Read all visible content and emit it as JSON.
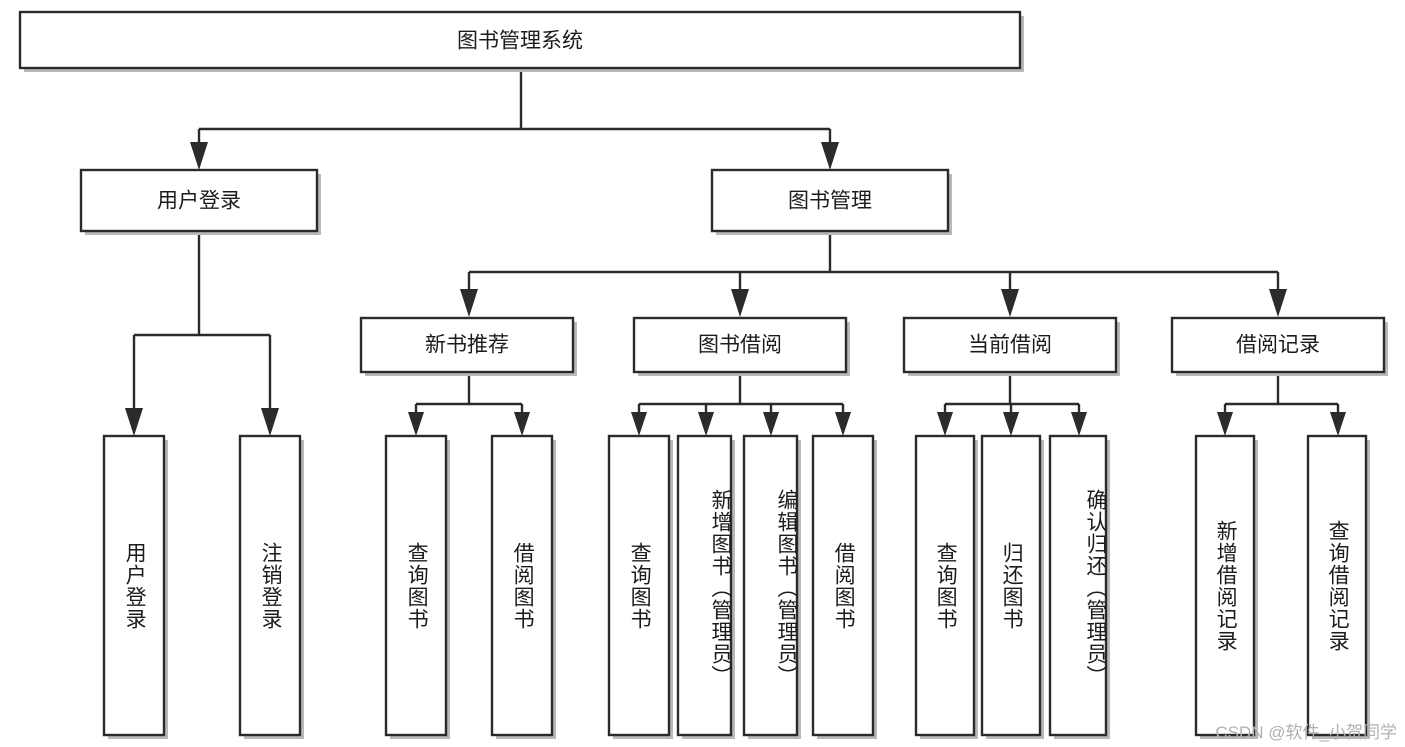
{
  "diagram": {
    "type": "tree",
    "title": "图书管理系统",
    "root": {
      "id": "root",
      "label": "图书管理系统"
    },
    "level1": [
      {
        "id": "user-login",
        "label": "用户登录"
      },
      {
        "id": "book-manage",
        "label": "图书管理"
      }
    ],
    "level2": [
      {
        "id": "new-book-rec",
        "label": "新书推荐",
        "parent": "book-manage"
      },
      {
        "id": "book-borrow",
        "label": "图书借阅",
        "parent": "book-manage"
      },
      {
        "id": "current-borrow",
        "label": "当前借阅",
        "parent": "book-manage"
      },
      {
        "id": "borrow-record",
        "label": "借阅记录",
        "parent": "book-manage"
      }
    ],
    "leaves": {
      "user_login": [
        {
          "id": "leaf-user-login",
          "label": "用户登录"
        },
        {
          "id": "leaf-logout",
          "label": "注销登录"
        }
      ],
      "new_book_rec": [
        {
          "id": "leaf-query-book-1",
          "label": "查询图书"
        },
        {
          "id": "leaf-borrow-book-1",
          "label": "借阅图书"
        }
      ],
      "book_borrow": [
        {
          "id": "leaf-query-book-2",
          "label": "查询图书"
        },
        {
          "id": "leaf-add-book",
          "label": "新增图书（管理员）"
        },
        {
          "id": "leaf-edit-book",
          "label": "编辑图书（管理员）"
        },
        {
          "id": "leaf-borrow-book-2",
          "label": "借阅图书"
        }
      ],
      "current_borrow": [
        {
          "id": "leaf-query-book-3",
          "label": "查询图书"
        },
        {
          "id": "leaf-return-book",
          "label": "归还图书"
        },
        {
          "id": "leaf-confirm-return",
          "label": "确认归还（管理员）"
        }
      ],
      "borrow_record": [
        {
          "id": "leaf-add-record",
          "label": "新增借阅记录"
        },
        {
          "id": "leaf-query-record",
          "label": "查询借阅记录"
        }
      ]
    }
  },
  "watermark": {
    "text": "CSDN @软件_小贺同学"
  },
  "colors": {
    "box_stroke": "#2b2b2b",
    "box_fill": "#ffffff",
    "text": "#1c1c1c",
    "watermark": "#b0b0b0",
    "background": "#ffffff"
  }
}
